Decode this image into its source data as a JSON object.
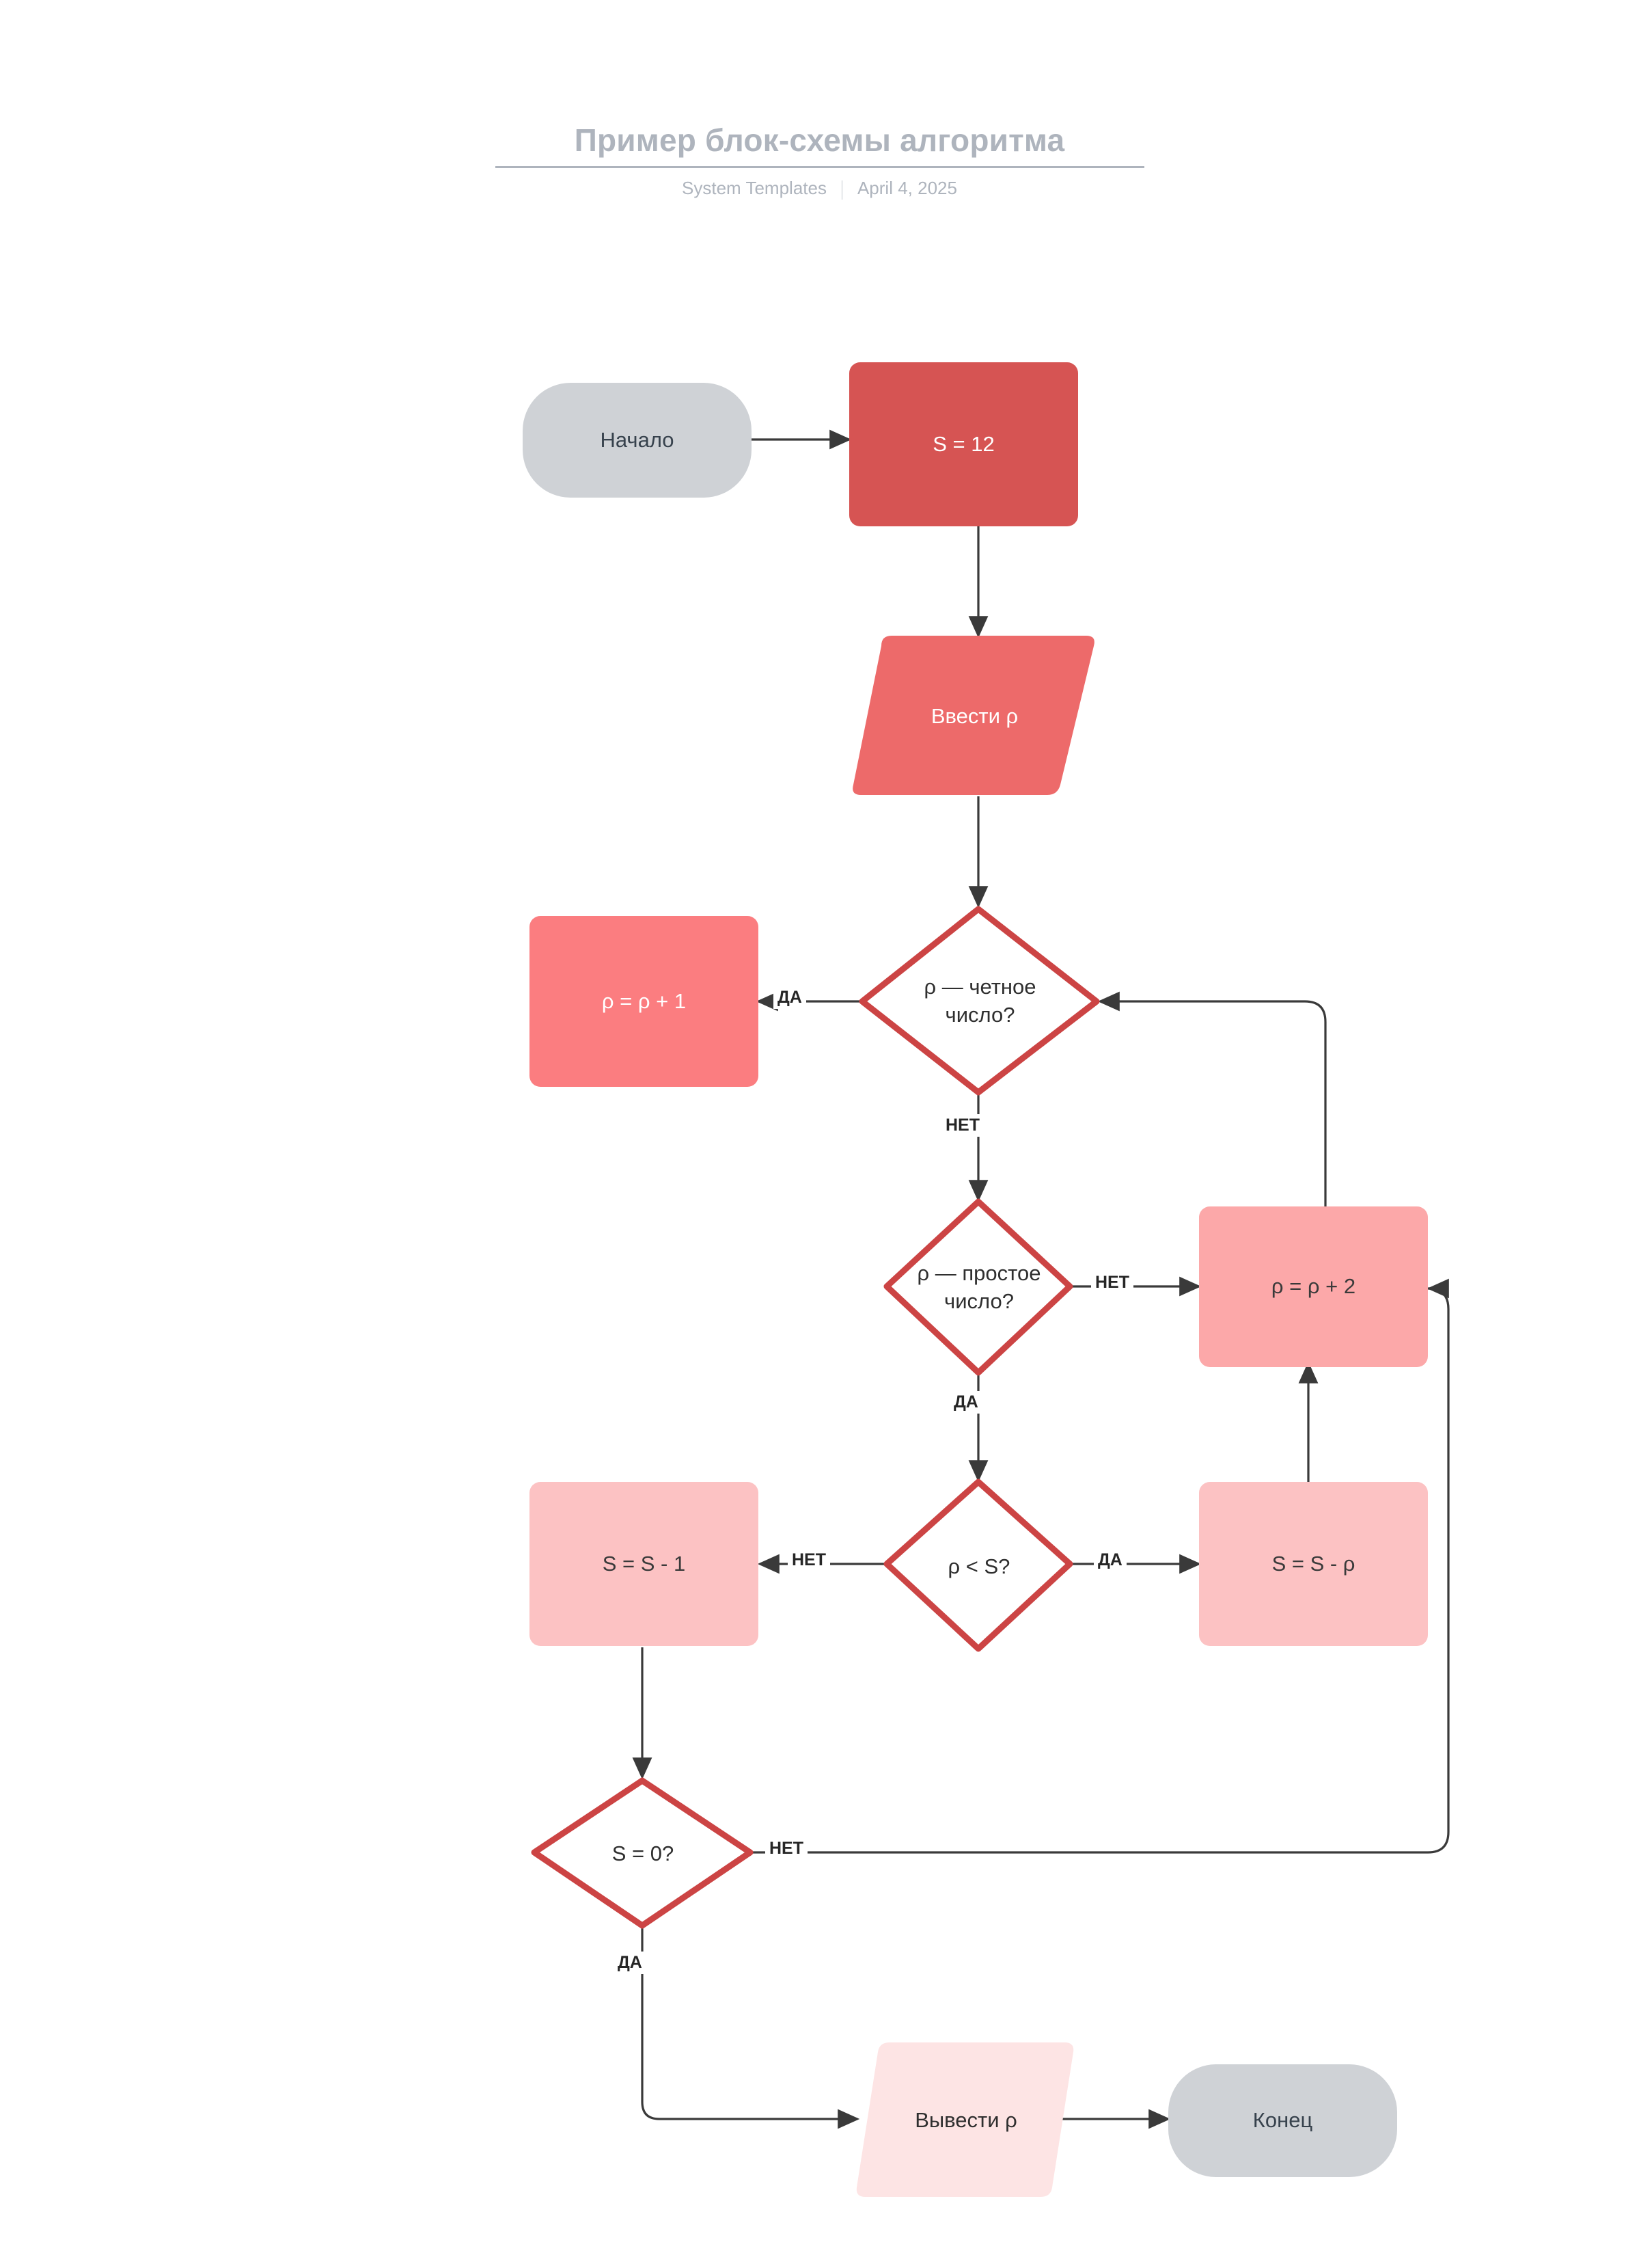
{
  "header": {
    "title": "Пример блок-схемы алгоритма",
    "source": "System Templates",
    "date": "April 4, 2025"
  },
  "colors": {
    "title_gray": "#aeb4bd",
    "terminator_gray": "#cfd2d6",
    "red_dark": "#d65453",
    "red_parallelogram": "#ed6a6a",
    "pink_mid": "#fb7d80",
    "pink_soft": "#fca8a9",
    "pink_light": "#fcc2c3",
    "pink_lightest": "#fde4e4",
    "diamond_border": "#cc4444",
    "edge_line": "#3a3a3a"
  },
  "chart_data": {
    "type": "diagram",
    "diagram_kind": "flowchart",
    "title": "Пример блок-схемы алгоритма",
    "nodes": [
      {
        "id": "start",
        "shape": "terminator",
        "label": "Начало"
      },
      {
        "id": "s12",
        "shape": "process",
        "label": "S = 12"
      },
      {
        "id": "input",
        "shape": "input-output",
        "label": "Ввести ρ"
      },
      {
        "id": "even",
        "shape": "decision",
        "label": "ρ — четное число?"
      },
      {
        "id": "plus1",
        "shape": "process",
        "label": "ρ = ρ + 1"
      },
      {
        "id": "prime",
        "shape": "decision",
        "label": "ρ — простое число?"
      },
      {
        "id": "plus2",
        "shape": "process",
        "label": "ρ = ρ + 2"
      },
      {
        "id": "less",
        "shape": "decision",
        "label": "ρ < S?"
      },
      {
        "id": "sminus1",
        "shape": "process",
        "label": "S = S - 1"
      },
      {
        "id": "sminusp",
        "shape": "process",
        "label": "S = S - ρ"
      },
      {
        "id": "szero",
        "shape": "decision",
        "label": "S = 0?"
      },
      {
        "id": "output",
        "shape": "input-output",
        "label": "Вывести ρ"
      },
      {
        "id": "end",
        "shape": "terminator",
        "label": "Конец"
      }
    ],
    "edges": [
      {
        "from": "start",
        "to": "s12",
        "label": ""
      },
      {
        "from": "s12",
        "to": "input",
        "label": ""
      },
      {
        "from": "input",
        "to": "even",
        "label": ""
      },
      {
        "from": "even",
        "to": "plus1",
        "label": "ДА"
      },
      {
        "from": "even",
        "to": "prime",
        "label": "НЕТ"
      },
      {
        "from": "prime",
        "to": "plus2",
        "label": "НЕТ"
      },
      {
        "from": "prime",
        "to": "less",
        "label": "ДА"
      },
      {
        "from": "less",
        "to": "sminus1",
        "label": "НЕТ"
      },
      {
        "from": "less",
        "to": "sminusp",
        "label": "ДА"
      },
      {
        "from": "sminusp",
        "to": "plus2",
        "label": ""
      },
      {
        "from": "plus2",
        "to": "even",
        "label": ""
      },
      {
        "from": "sminus1",
        "to": "szero",
        "label": ""
      },
      {
        "from": "szero",
        "to": "plus2",
        "label": "НЕТ"
      },
      {
        "from": "szero",
        "to": "output",
        "label": "ДА"
      },
      {
        "from": "output",
        "to": "end",
        "label": ""
      }
    ]
  },
  "nodes": {
    "start": "Начало",
    "s12": "S = 12",
    "input": "Ввести ρ",
    "even_l1": "ρ — четное",
    "even_l2": "число?",
    "plus1": "ρ = ρ + 1",
    "prime_l1": "ρ — простое",
    "prime_l2": "число?",
    "plus2": "ρ = ρ + 2",
    "less": "ρ < S?",
    "sminus1": "S = S - 1",
    "sminusp": "S = S - ρ",
    "szero": "S = 0?",
    "output": "Вывести ρ",
    "end": "Конец"
  },
  "edge_labels": {
    "even_yes": "ДА",
    "even_no": "НЕТ",
    "prime_no": "НЕТ",
    "prime_yes": "ДА",
    "less_no": "НЕТ",
    "less_yes": "ДА",
    "szero_no": "НЕТ",
    "szero_yes": "ДА"
  }
}
